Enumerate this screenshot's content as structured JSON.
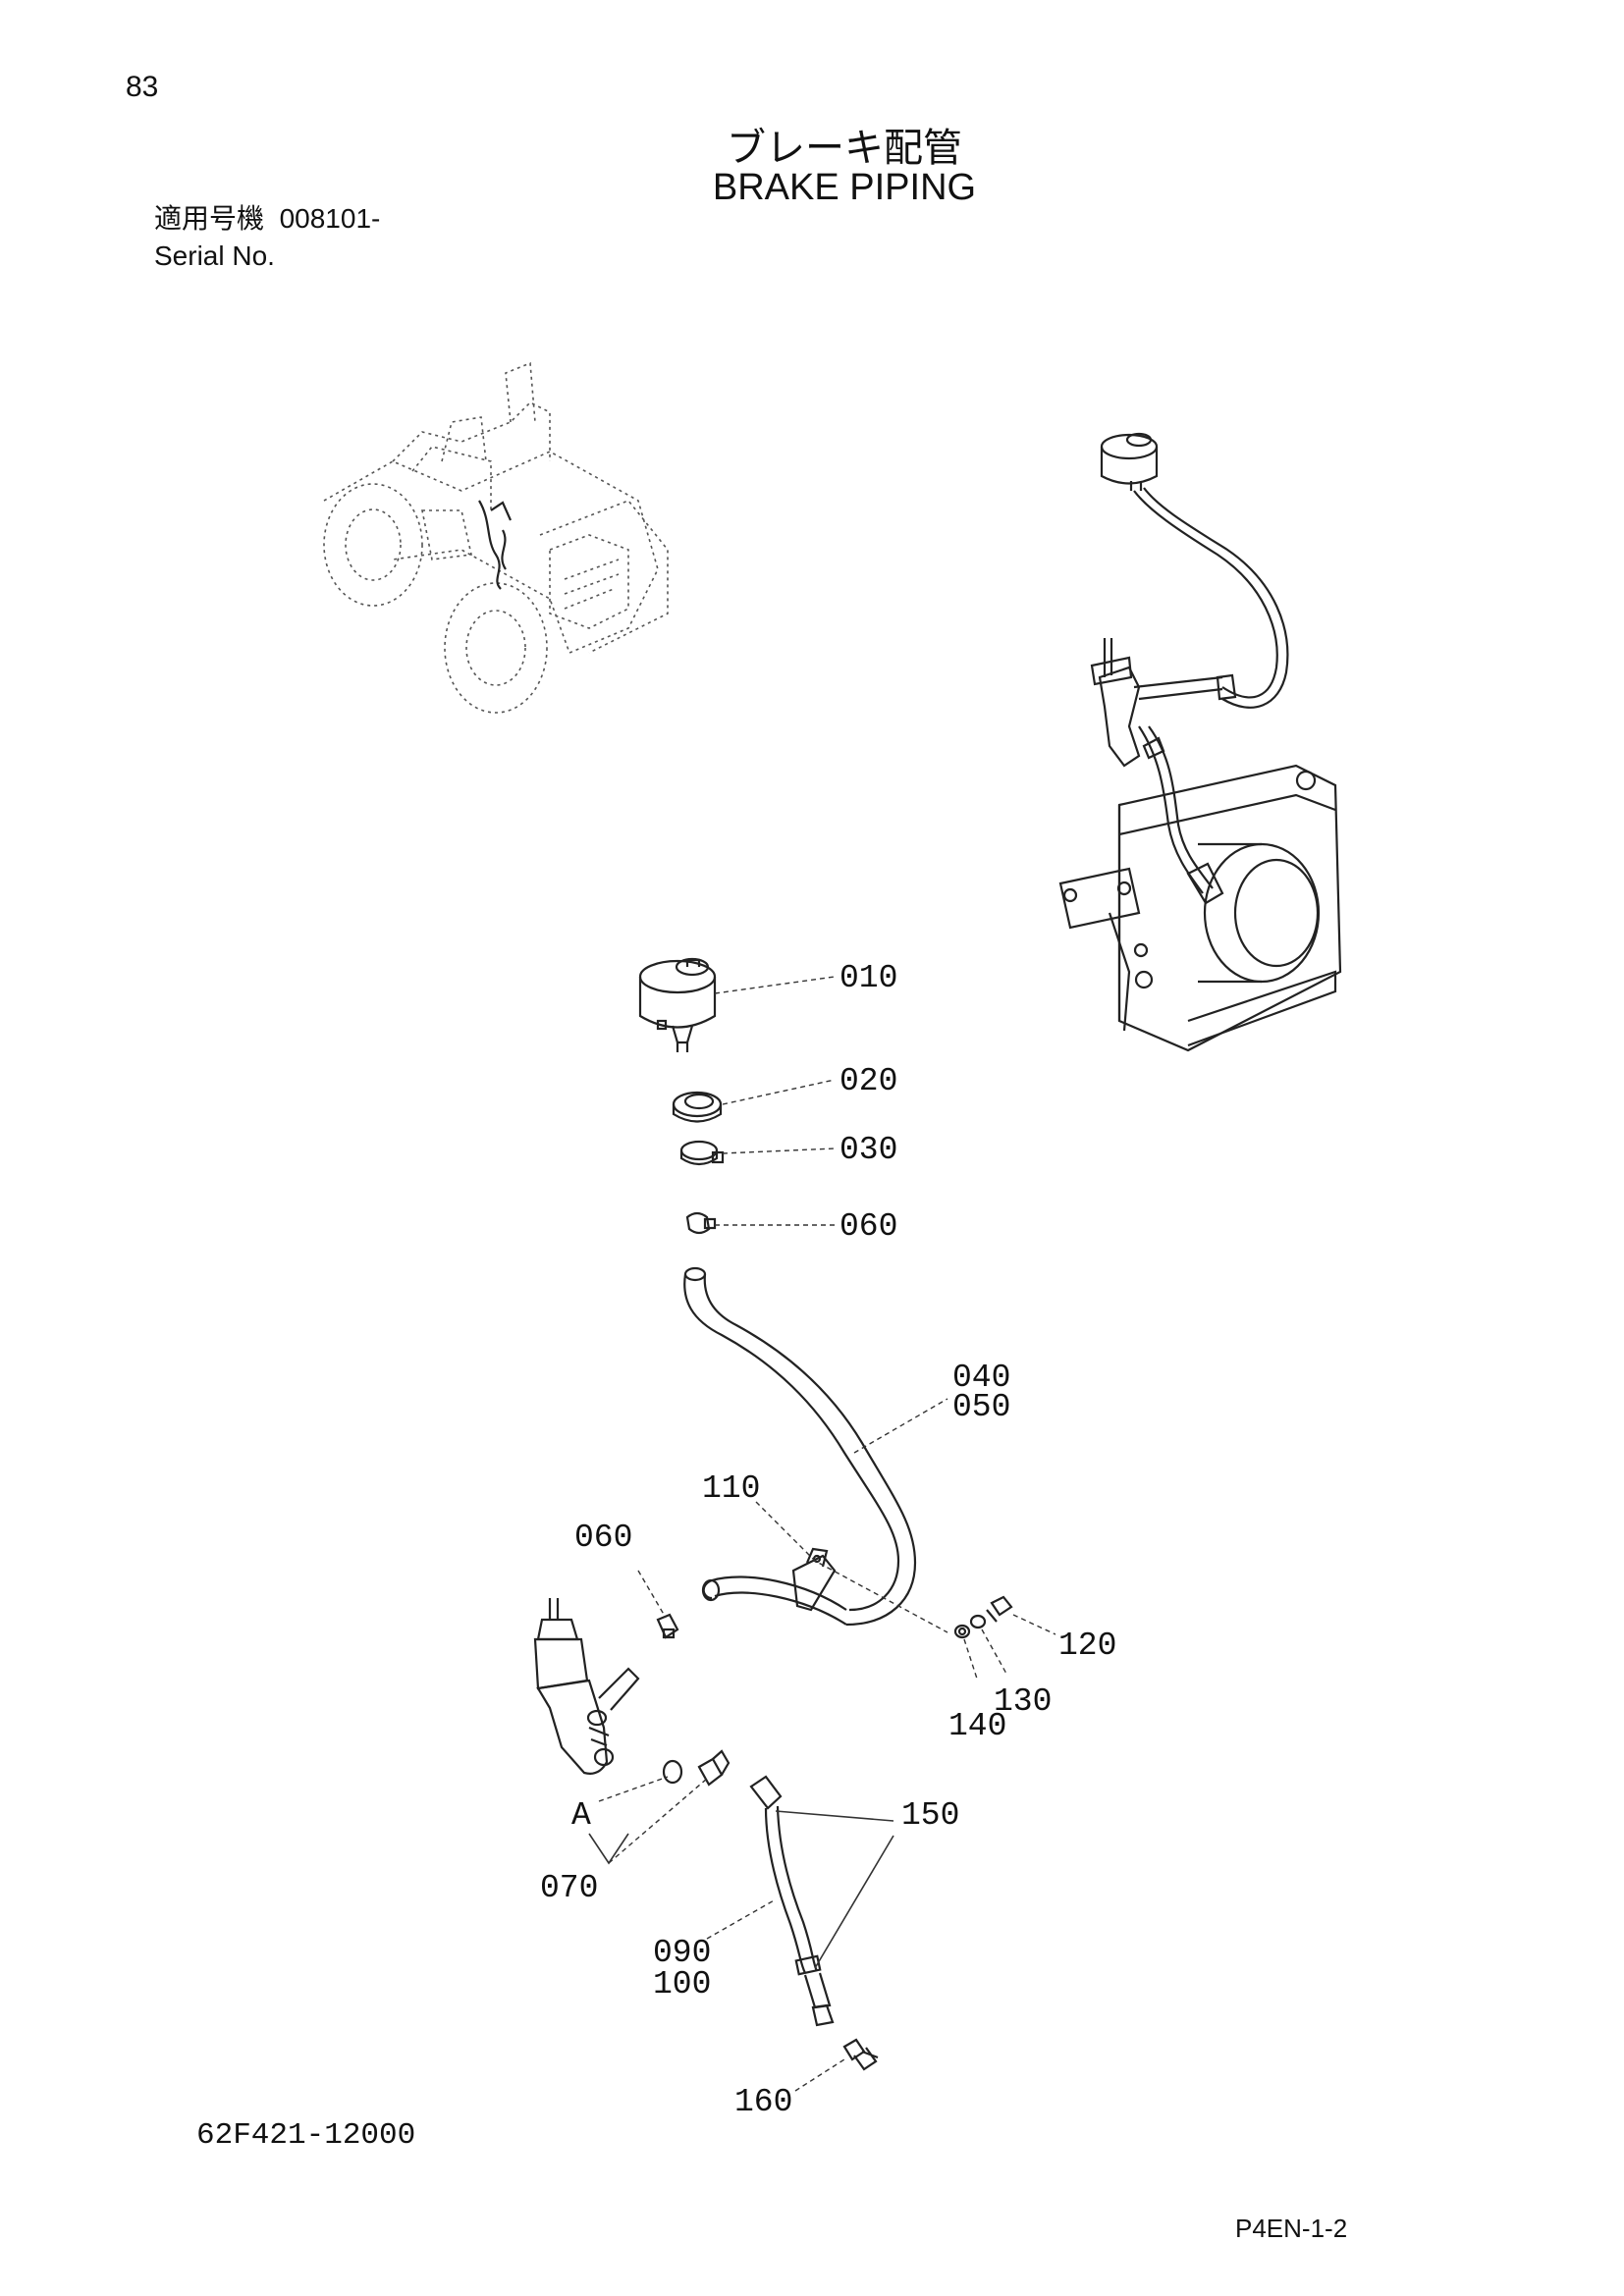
{
  "page": {
    "number": "83",
    "title_jp": "ブレーキ配管",
    "title_en": "BRAKE PIPING",
    "serial_label_jp": "適用号機",
    "serial_range": "008101-",
    "serial_label_en": "Serial No.",
    "catalog_number": "62F421-12000",
    "page_code": "P4EN-1-2"
  },
  "callouts": {
    "p010": "010",
    "p020": "020",
    "p030": "030",
    "p060a": "060",
    "p040": "040",
    "p050": "050",
    "p110": "110",
    "p060b": "060",
    "p120": "120",
    "p130": "130",
    "p140": "140",
    "pA": "A",
    "p070": "070",
    "p150": "150",
    "p090": "090",
    "p100": "100",
    "p160": "160"
  }
}
